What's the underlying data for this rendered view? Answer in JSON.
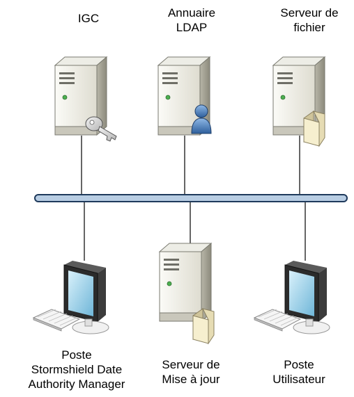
{
  "nodes": {
    "igc": {
      "label": "IGC",
      "icon": "server-key-icon"
    },
    "ldap": {
      "label": "Annuaire\nLDAP",
      "icon": "server-user-icon"
    },
    "file_server": {
      "label": "Serveur de\nfichier",
      "icon": "server-folder-icon"
    },
    "sda_workstation": {
      "label": "Poste\nStormshield Date\nAuthority Manager",
      "icon": "workstation-icon"
    },
    "update_server": {
      "label": "Serveur de\nMise à jour",
      "icon": "server-folder-icon"
    },
    "user_workstation": {
      "label": "Poste\nUtilisateur",
      "icon": "workstation-icon"
    }
  },
  "network": {
    "type": "network-bus"
  },
  "colors": {
    "bus_fill": "#b8cde3",
    "bus_stroke": "#1f3a5c",
    "server_light": "#f4f4ee",
    "server_dark": "#9c9c8e",
    "user_blue": "#4f86c6",
    "folder": "#efe6c4",
    "screen": "#8ecae6"
  }
}
